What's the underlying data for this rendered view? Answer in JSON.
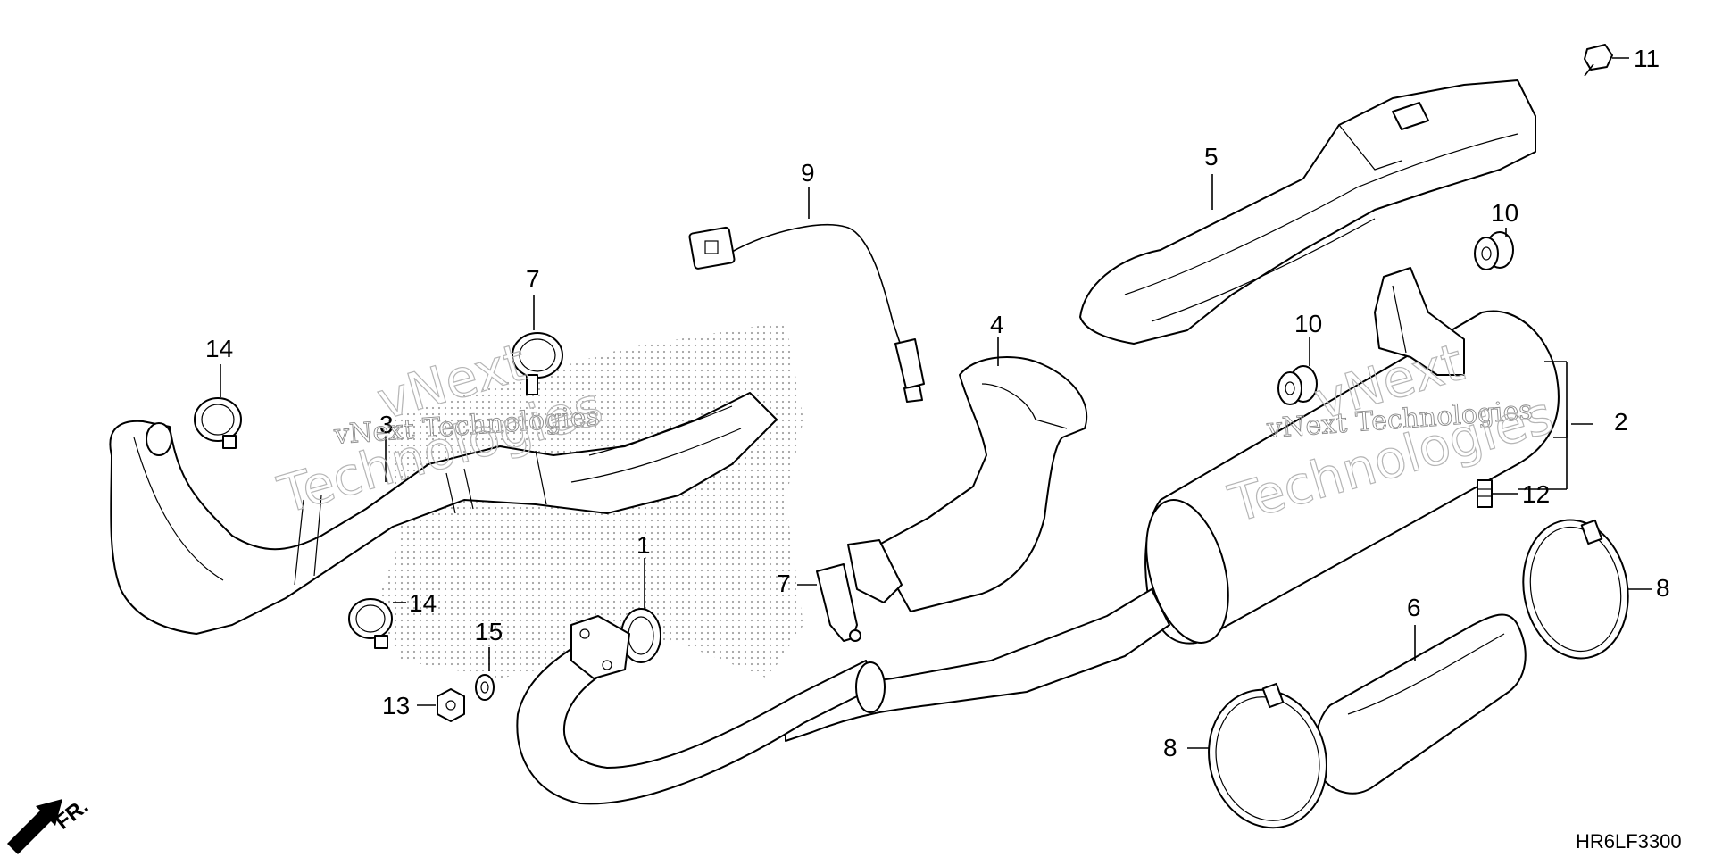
{
  "callouts": [
    {
      "id": "1",
      "label": "1"
    },
    {
      "id": "2",
      "label": "2"
    },
    {
      "id": "3",
      "label": "3"
    },
    {
      "id": "4",
      "label": "4"
    },
    {
      "id": "5",
      "label": "5"
    },
    {
      "id": "6",
      "label": "6"
    },
    {
      "id": "7a",
      "label": "7"
    },
    {
      "id": "7b",
      "label": "7"
    },
    {
      "id": "8a",
      "label": "8"
    },
    {
      "id": "8b",
      "label": "8"
    },
    {
      "id": "9",
      "label": "9"
    },
    {
      "id": "10a",
      "label": "10"
    },
    {
      "id": "10b",
      "label": "10"
    },
    {
      "id": "11",
      "label": "11"
    },
    {
      "id": "12",
      "label": "12"
    },
    {
      "id": "13",
      "label": "13"
    },
    {
      "id": "14a",
      "label": "14"
    },
    {
      "id": "14b",
      "label": "14"
    },
    {
      "id": "15",
      "label": "15"
    }
  ],
  "direction_label": "FR.",
  "diagram_code": "HR6LF3300",
  "watermark": {
    "line1": "vNext Technologies",
    "line2_a": "vNext",
    "line2_b": "Technologies"
  },
  "colors": {
    "ink": "#000000",
    "watermark": "#b5b5b5",
    "background": "#ffffff"
  }
}
